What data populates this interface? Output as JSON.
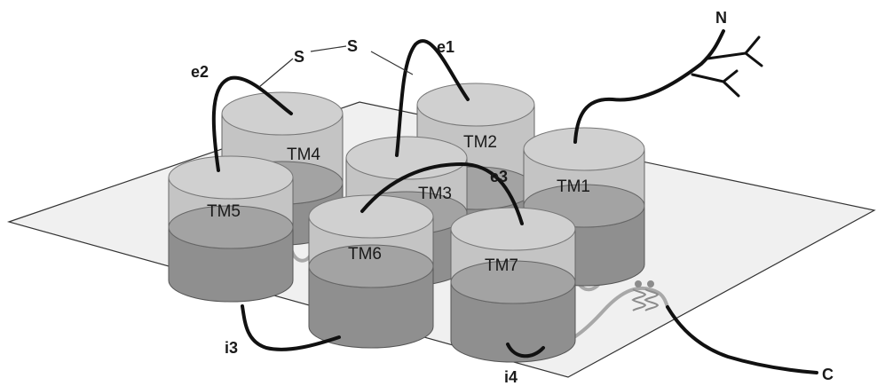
{
  "helices": [
    {
      "id": "tm1",
      "label": "TM1"
    },
    {
      "id": "tm2",
      "label": "TM2"
    },
    {
      "id": "tm3",
      "label": "TM3"
    },
    {
      "id": "tm4",
      "label": "TM4"
    },
    {
      "id": "tm5",
      "label": "TM5"
    },
    {
      "id": "tm6",
      "label": "TM6"
    },
    {
      "id": "tm7",
      "label": "TM7"
    }
  ],
  "termini": {
    "n": "N",
    "c": "C"
  },
  "loops": {
    "e1": "e1",
    "e2": "e2",
    "e3": "e3",
    "i3": "i3",
    "i4": "i4"
  },
  "disulfide": {
    "s1": "S",
    "s2": "S"
  },
  "colors": {
    "membrane_fill": "#f0f0f0",
    "cylinder_top": "#d0d0d0",
    "cylinder_upper": "#c4c4c4",
    "cylinder_lower": "#8f8f8f",
    "cylinder_lower_top": "#a3a3a3",
    "chain": "#111111",
    "inner_loop": "#a8a8a8"
  }
}
